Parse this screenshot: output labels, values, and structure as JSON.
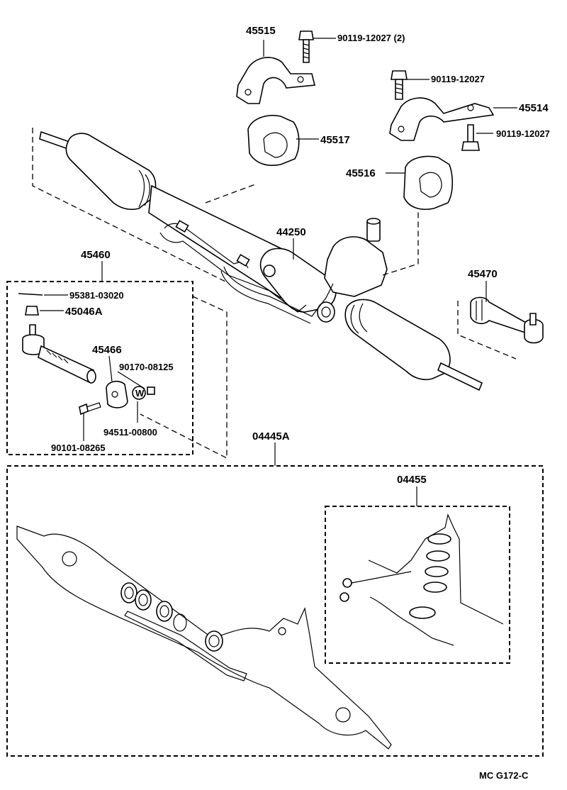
{
  "colors": {
    "ink": "#000000",
    "paper": "#ffffff"
  },
  "labels": {
    "p45515": "45515",
    "p90119_12027_2": "90119-12027 (2)",
    "p90119_12027_a": "90119-12027",
    "p45514": "45514",
    "p90119_12027_b": "90119-12027",
    "p45517": "45517",
    "p45516": "45516",
    "p44250": "44250",
    "p45460": "45460",
    "p95381": "95381-03020",
    "p45046A": "45046A",
    "p45466": "45466",
    "p90170": "90170-08125",
    "p94511": "94511-00800",
    "p90101": "90101-08265",
    "p45470": "45470",
    "p04445A": "04445A",
    "p04455": "04455",
    "figure_code": "MC  G172-C",
    "washer_mark": "W"
  }
}
